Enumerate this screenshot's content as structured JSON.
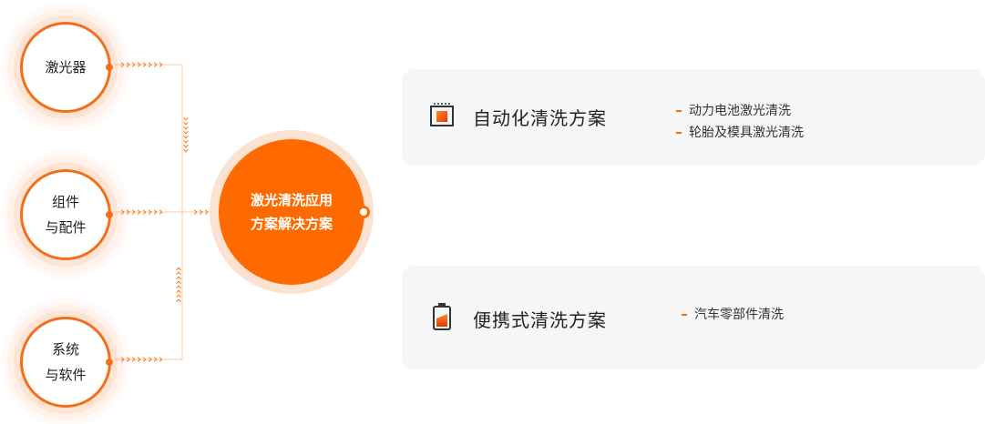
{
  "colors": {
    "accent": "#ff6a00",
    "ring": "#f26f1b",
    "card_background": "#f5f6f8"
  },
  "nodes": [
    {
      "lines": [
        "激光器"
      ]
    },
    {
      "lines": [
        "组件",
        "与配件"
      ]
    },
    {
      "lines": [
        "系统",
        "与软件"
      ]
    }
  ],
  "connector_glyph": "›",
  "hub": {
    "lines": [
      "激光清洗应用",
      "方案解决方案"
    ]
  },
  "cards": [
    {
      "icon": "machine-icon",
      "title": "自动化清洗方案",
      "items": [
        "动力电池激光清洗",
        "轮胎及模具激光清洗"
      ]
    },
    {
      "icon": "battery-icon",
      "title": "便携式清洗方案",
      "items": [
        "汽车零部件清洗"
      ]
    }
  ]
}
